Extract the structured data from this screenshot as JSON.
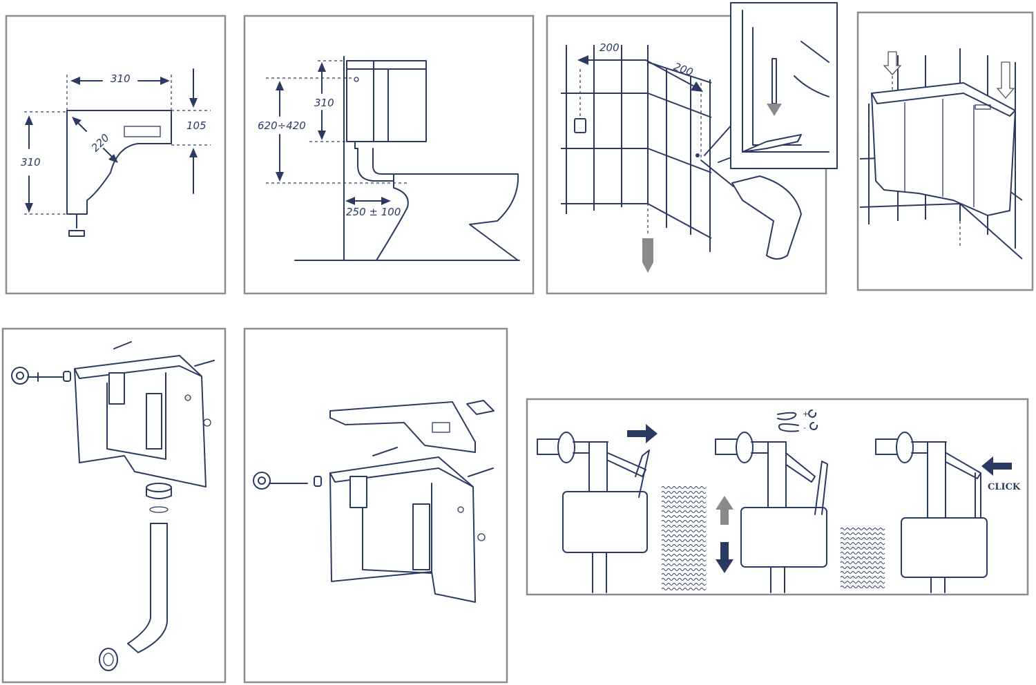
{
  "panels": {
    "dimensions_top_view": {
      "width": "310",
      "height": "310",
      "diagonal": "220",
      "side": "105"
    },
    "dimensions_side_view": {
      "tank_height": "310",
      "mount_height_range": "620÷420",
      "offset": "250 ± 100"
    },
    "wall_marking": {
      "distance_left": "200",
      "distance_right": "200"
    },
    "float_valve_adjustment": {
      "plus_sign": "+",
      "minus_sign": "-",
      "click_label": "CLICK"
    }
  },
  "colors": {
    "line": "#2b3a63",
    "frame": "#8c8c8c",
    "arrow_gray": "#8a8a8a"
  }
}
